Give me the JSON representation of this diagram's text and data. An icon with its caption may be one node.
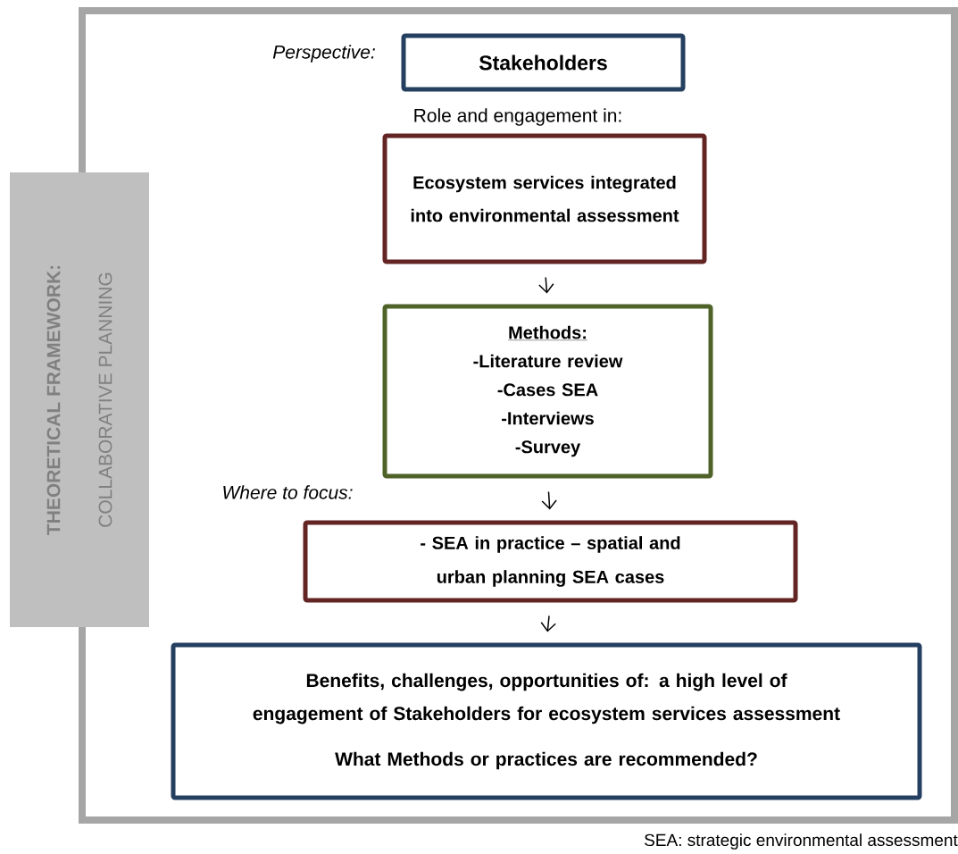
{
  "diagram": {
    "nodes": [
      {
        "text": [
          "Stakeholders"
        ],
        "beside": [
          "Perspective:"
        ]
      },
      {
        "text": [
          "Ecosystem services integrated into environmental assessment"
        ],
        "beside": [
          "Role and engagement in:"
        ]
      },
      {
        "text": [
          "Methods:",
          "-Literature review",
          "-Cases SEA",
          "-Interviews",
          "-Survey"
        ]
      },
      {
        "text": [
          "- SEA in practice – spatial and urban planning SEA cases"
        ],
        "beside": [
          "Where to focus:"
        ]
      },
      {
        "text": [
          "Benefits, challenges, opportunities of: a high level of engagement of Stakeholders for ecosystem services assessment",
          "What Methods or practices are recommended?"
        ]
      },
      {
        "text": [
          "THEORETICAL FRAMEWORK:",
          "COLLABORATIVE PLANNING"
        ]
      }
    ],
    "edges": [
      {
        "from": 1,
        "to": 2,
        "arrow": "to"
      },
      {
        "from": 2,
        "to": 3,
        "arrow": "to"
      },
      {
        "from": 3,
        "to": 4,
        "arrow": "to"
      }
    ],
    "labels": [
      "SEA: strategic environmental assessment"
    ]
  }
}
